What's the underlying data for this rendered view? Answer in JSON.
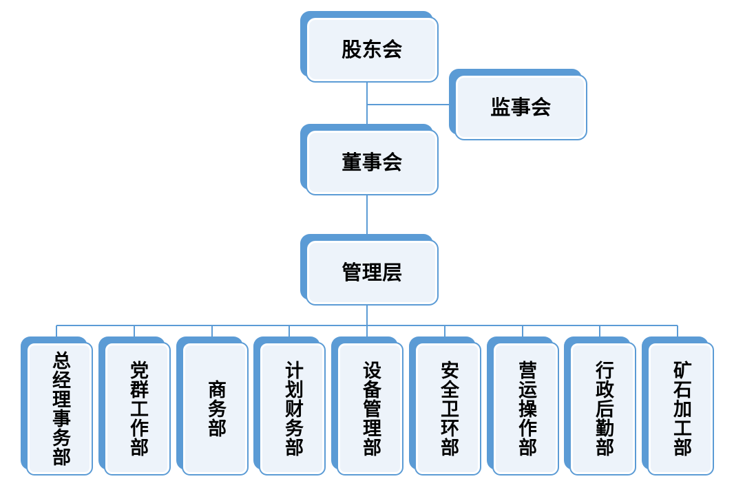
{
  "chart": {
    "type": "org-chart",
    "title": "",
    "palette": {
      "accent": "#5B9BD5",
      "card_fill": "#EDF3FA",
      "card_border": "#5B9BD5",
      "connector": "#5B9BD5",
      "text": "#000000",
      "background": "#FFFFFF"
    },
    "nodes": {
      "shareholders": {
        "label": "股东会"
      },
      "supervisory": {
        "label": "监事会"
      },
      "board": {
        "label": "董事会"
      },
      "management": {
        "label": "管理层"
      }
    },
    "departments": [
      {
        "label": "总经理事务部"
      },
      {
        "label": "党群工作部"
      },
      {
        "label": "商务部"
      },
      {
        "label": "计划财务部"
      },
      {
        "label": "设备管理部"
      },
      {
        "label": "安全卫环部"
      },
      {
        "label": "营运操作部"
      },
      {
        "label": "行政后勤部"
      },
      {
        "label": "矿石加工部"
      }
    ],
    "hierarchy": [
      {
        "from": "股东会",
        "to": "董事会"
      },
      {
        "from": "股东会",
        "to": "监事会"
      },
      {
        "from": "董事会",
        "to": "管理层"
      },
      {
        "from": "管理层",
        "to": "总经理事务部"
      },
      {
        "from": "管理层",
        "to": "党群工作部"
      },
      {
        "from": "管理层",
        "to": "商务部"
      },
      {
        "from": "管理层",
        "to": "计划财务部"
      },
      {
        "from": "管理层",
        "to": "设备管理部"
      },
      {
        "from": "管理层",
        "to": "安全卫环部"
      },
      {
        "from": "管理层",
        "to": "营运操作部"
      },
      {
        "from": "管理层",
        "to": "行政后勤部"
      },
      {
        "from": "管理层",
        "to": "矿石加工部"
      }
    ]
  }
}
